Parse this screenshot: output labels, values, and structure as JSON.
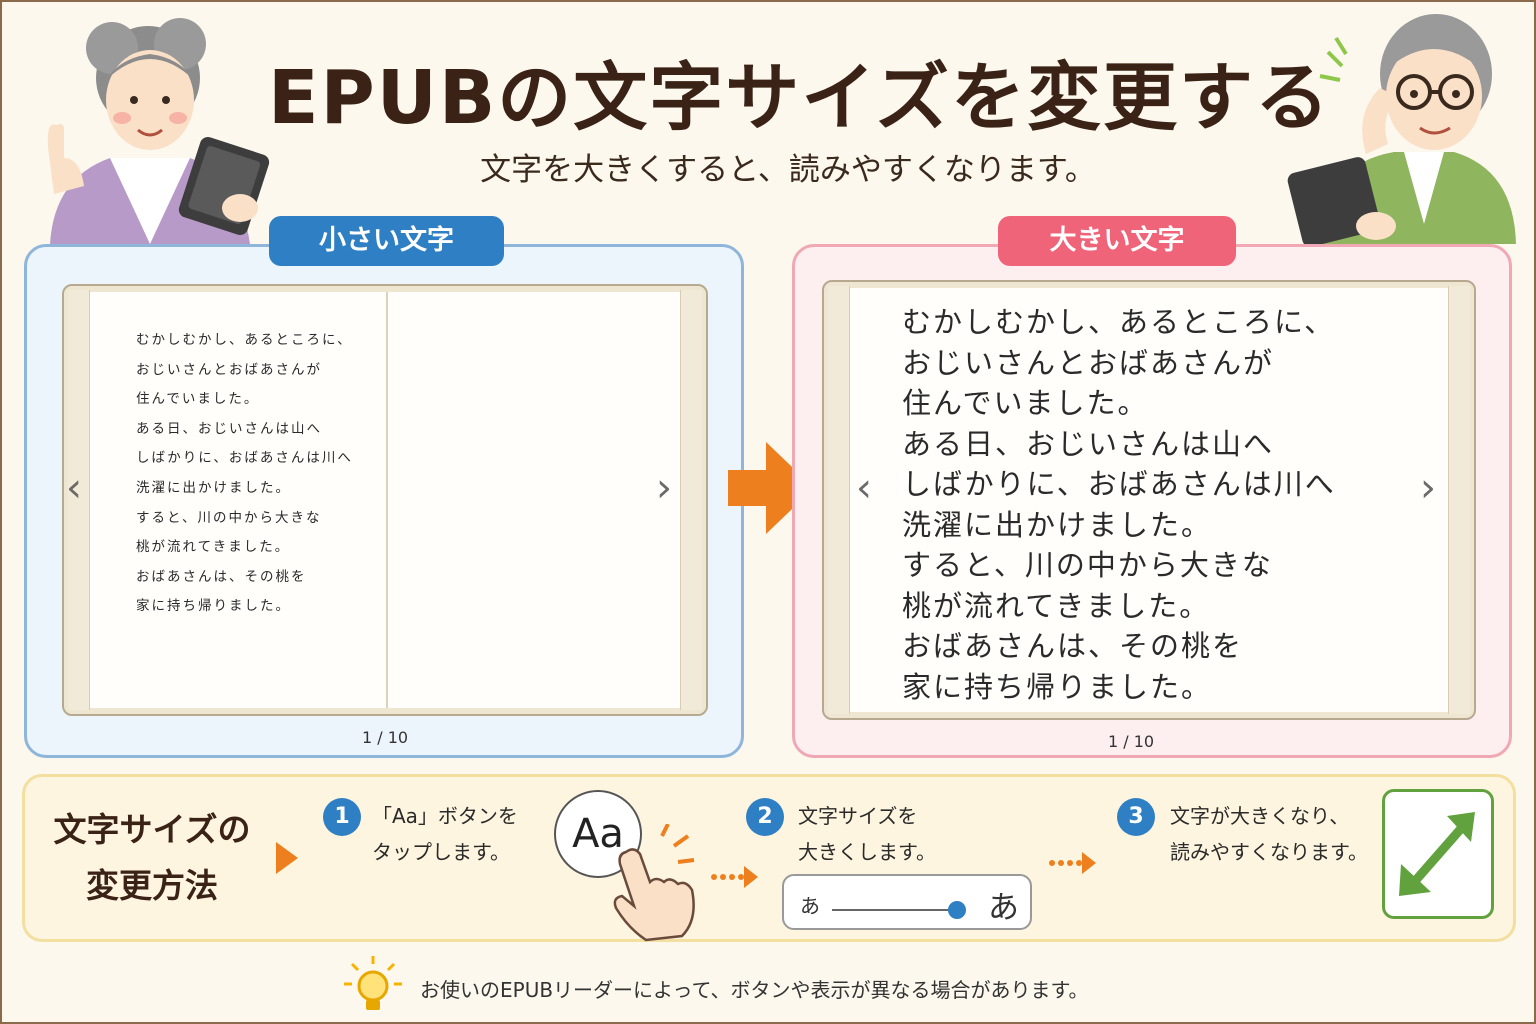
{
  "header": {
    "title": "EPUBの文字サイズを変更する",
    "subtitle": "文字を大きくすると、読みやすくなります。"
  },
  "left_panel": {
    "label": "小さい文字",
    "lines": [
      "むかしむかし、あるところに、",
      "おじいさんとおばあさんが",
      "住んでいました。",
      "ある日、おじいさんは山へ",
      "しばかりに、おばあさんは川へ",
      "洗濯に出かけました。",
      "すると、川の中から大きな",
      "桃が流れてきました。",
      "おばあさんは、その桃を",
      "家に持ち帰りました。"
    ],
    "page": "1 / 10",
    "prev_glyph": "‹",
    "next_glyph": "›"
  },
  "right_panel": {
    "label": "大きい文字",
    "lines": [
      "むかしむかし、あるところに、",
      "おじいさんとおばあさんが",
      "住んでいました。",
      "ある日、おじいさんは山へ",
      "しばかりに、おばあさんは川へ",
      "洗濯に出かけました。",
      "すると、川の中から大きな",
      "桃が流れてきました。",
      "おばあさんは、その桃を",
      "家に持ち帰りました。"
    ],
    "page": "1 / 10",
    "prev_glyph": "‹",
    "next_glyph": "›"
  },
  "steps": {
    "title_lines": [
      "文字サイズの",
      "変更方法"
    ],
    "step1": {
      "num": "1",
      "lines": [
        "「Aa」ボタンを",
        "タップします。"
      ],
      "button_label": "Aa"
    },
    "step2": {
      "num": "2",
      "lines": [
        "文字サイズを",
        "大きくします。"
      ],
      "slider_small": "あ",
      "slider_large": "あ",
      "slider_level_percent": 95
    },
    "step3": {
      "num": "3",
      "lines": [
        "文字が大きくなり、",
        "読みやすくなります。"
      ]
    }
  },
  "footer": {
    "note": "お使いのEPUBリーダーによって、ボタンや表示が異なる場合があります。"
  },
  "colors": {
    "blue": "#2f7fc4",
    "pink": "#ef6478",
    "orange": "#ee7f1e",
    "green": "#62a23e"
  },
  "icons": [
    "next-arrow-icon",
    "hand-tap-icon",
    "dotted-arrow-icon",
    "expand-icon",
    "lightbulb-icon"
  ]
}
